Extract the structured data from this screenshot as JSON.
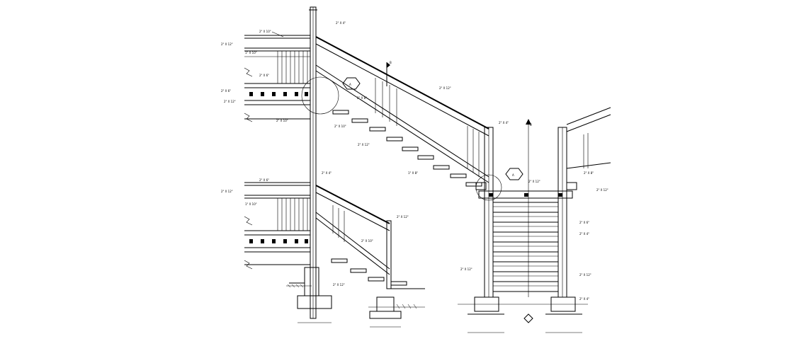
{
  "notes": {
    "left_elevation": [
      "2\" X 10\"",
      "2\" X 12\"",
      "1\" X 10\"",
      "2\" X 6\"",
      "2\" X 6\"",
      "2\" X 12\"",
      "2\" X 10\"",
      "2\" X 6\"",
      "2\" X 12\"",
      "1\" X 10\""
    ],
    "center": [
      "2\" X 4\"",
      "2\" X 12\"",
      "2\" X 8\"",
      "2\" X 10\"",
      "2\" X 12\"",
      "2\" X 4\"",
      "1\" X 8\"",
      "2\" X 12\"",
      "2\" X 10\"",
      "2\" X 12\""
    ],
    "right_section": [
      "2\" X 4\"",
      "2\" X 12\"",
      "2\" X 8\"",
      "2\" X 12\"",
      "2\" X 6\"",
      "2\" X 4\"",
      "2\" X 12\"",
      "2\" X 4\"",
      "2\" X 12\""
    ]
  },
  "section_markers": [
    "B",
    "B"
  ],
  "detail_tags": [
    "A",
    "A"
  ]
}
